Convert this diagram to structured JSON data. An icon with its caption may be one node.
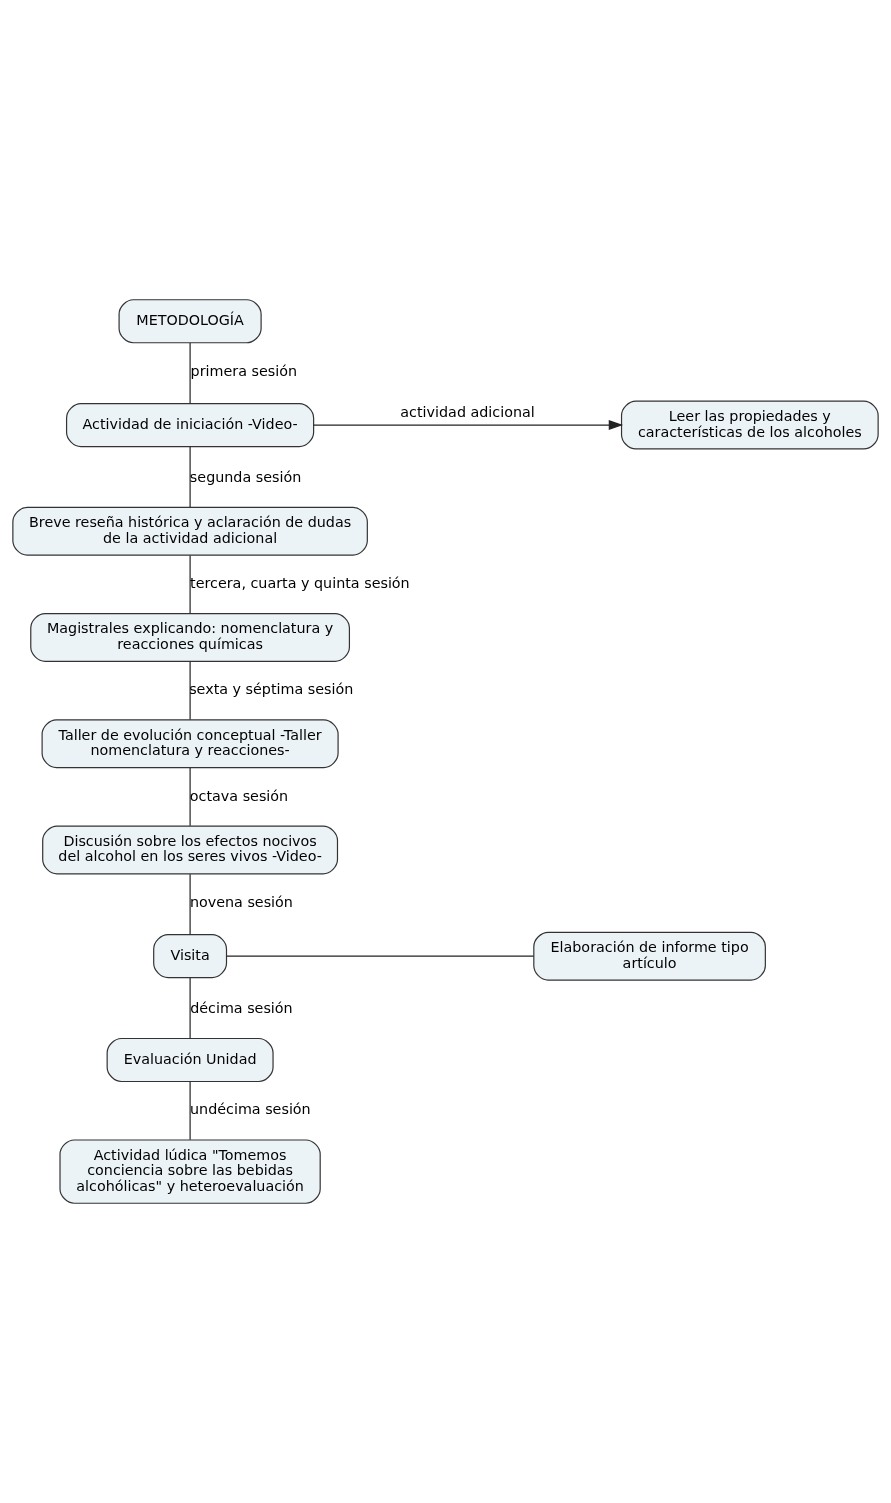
{
  "diagram": {
    "nodes": [
      {
        "text": [
          "METODOLOGÍA"
        ]
      },
      {
        "text": [
          "Leer las propiedades y características de los alcoholes"
        ]
      },
      {
        "text": [
          "Actividad de iniciación -Video-"
        ]
      },
      {
        "text": [
          "Breve reseña histórica y aclaración de dudas de la actividad adicional"
        ]
      },
      {
        "text": [
          "Magistrales explicando: nomenclatura y reacciones químicas"
        ]
      },
      {
        "text": [
          "Taller de evolución conceptual -Taller nomenclatura y reacciones-"
        ]
      },
      {
        "text": [
          "Discusión sobre los efectos nocivos del alcohol en los seres vivos -Video-"
        ]
      },
      {
        "text": [
          "Elaboración de informe tipo artículo"
        ]
      },
      {
        "text": [
          "Visita"
        ]
      },
      {
        "text": [
          "Evaluación Unidad"
        ]
      },
      {
        "text": [
          "Actividad lúdica \"Tomemos conciencia sobre las bebidas alcohólicas\" y heteroevaluación"
        ]
      }
    ],
    "edges": [
      {
        "from": 0,
        "to": 2,
        "arrow": "none",
        "label": "primera sesión"
      },
      {
        "from": 2,
        "to": 1,
        "arrow": "to",
        "label": "actividad adicional"
      },
      {
        "from": 2,
        "to": 3,
        "arrow": "none",
        "label": "segunda sesión"
      },
      {
        "from": 3,
        "to": 4,
        "arrow": "none",
        "label": "tercera, cuarta y quinta sesión"
      },
      {
        "from": 4,
        "to": 5,
        "arrow": "none",
        "label": "sexta y séptima sesión"
      },
      {
        "from": 5,
        "to": 6,
        "arrow": "none",
        "label": "octava sesión"
      },
      {
        "from": 6,
        "to": 8,
        "arrow": "none",
        "label": "novena sesión"
      },
      {
        "from": 8,
        "to": 7,
        "arrow": "none"
      },
      {
        "from": 8,
        "to": 9,
        "arrow": "none",
        "label": "décima sesión"
      },
      {
        "from": 9,
        "to": 10,
        "arrow": "none",
        "label": "undécima sesión"
      }
    ]
  }
}
